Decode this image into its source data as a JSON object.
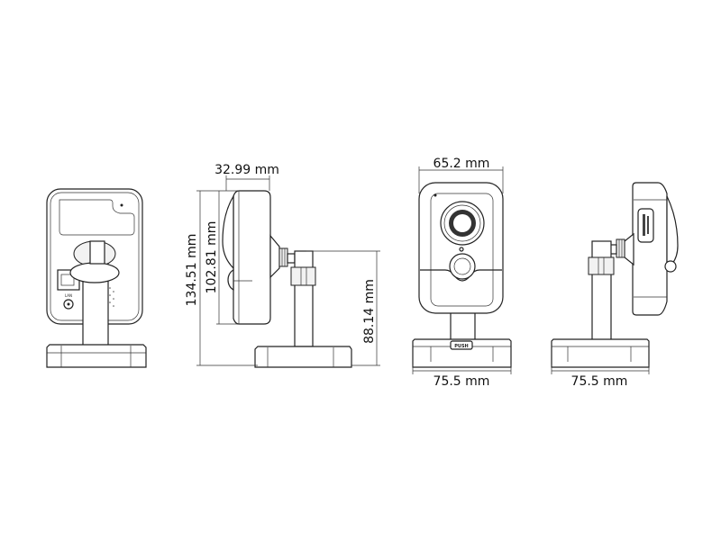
{
  "dimensions": {
    "side_depth": "32.99 mm",
    "total_height": "134.51 mm",
    "body_height": "102.81 mm",
    "stand_height": "88.14 mm",
    "front_width": "65.2 mm",
    "base_width_front": "75.5 mm",
    "base_width_side": "75.5 mm"
  },
  "labels": {
    "push_button": "PUSH"
  }
}
